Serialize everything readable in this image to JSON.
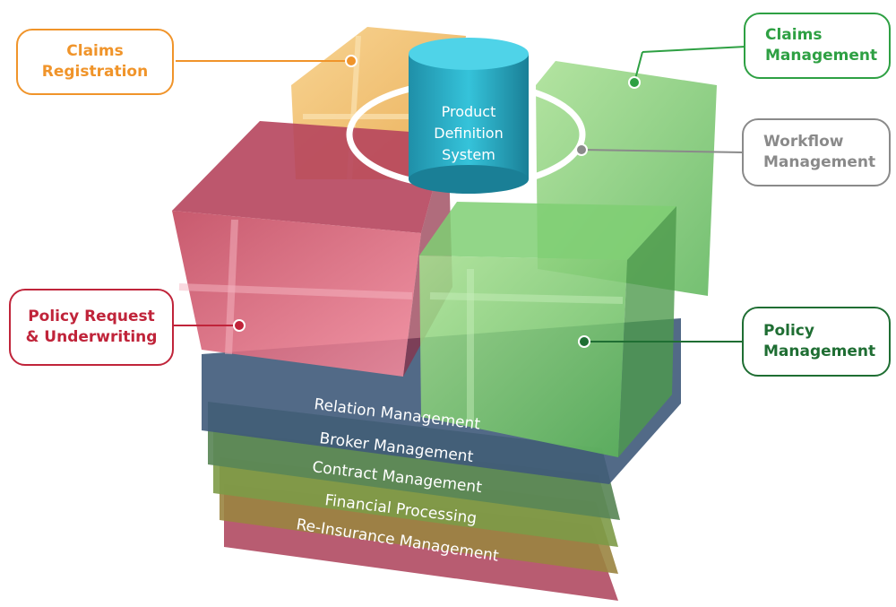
{
  "product_definition": {
    "line1": "Product",
    "line2": "Definition",
    "line3": "System"
  },
  "layers": [
    "Relation Management",
    "Broker Management",
    "Contract Management",
    "Financial Processing",
    "Re-Insurance Management"
  ],
  "callouts": {
    "claims_registration": {
      "line1": "Claims",
      "line2": "Registration",
      "color": "#f0942a"
    },
    "claims_management": {
      "line1": "Claims",
      "line2": "Management",
      "color": "#2ea043"
    },
    "workflow_management": {
      "line1": "Workflow",
      "line2": "Management",
      "color": "#8a8a8a"
    },
    "policy_request": {
      "line1": "Policy Request",
      "line2": "& Underwriting",
      "color": "#c0243a"
    },
    "policy_management": {
      "line1": "Policy",
      "line2": "Management",
      "color": "#1f6e33"
    }
  },
  "colors": {
    "layer_relation": "#3f5a7a",
    "layer_broker": "#4f7a4a",
    "layer_contract": "#6d8a3e",
    "layer_financial": "#8a7a3a",
    "layer_reinsurance": "#9a3a52",
    "cylinder": "#2ab3cc",
    "block_claims_registration": "#f0c36a",
    "block_policy_request": "#d9536f",
    "block_claims_management": "#8fd07a",
    "block_policy_management": "#6cc26a"
  }
}
